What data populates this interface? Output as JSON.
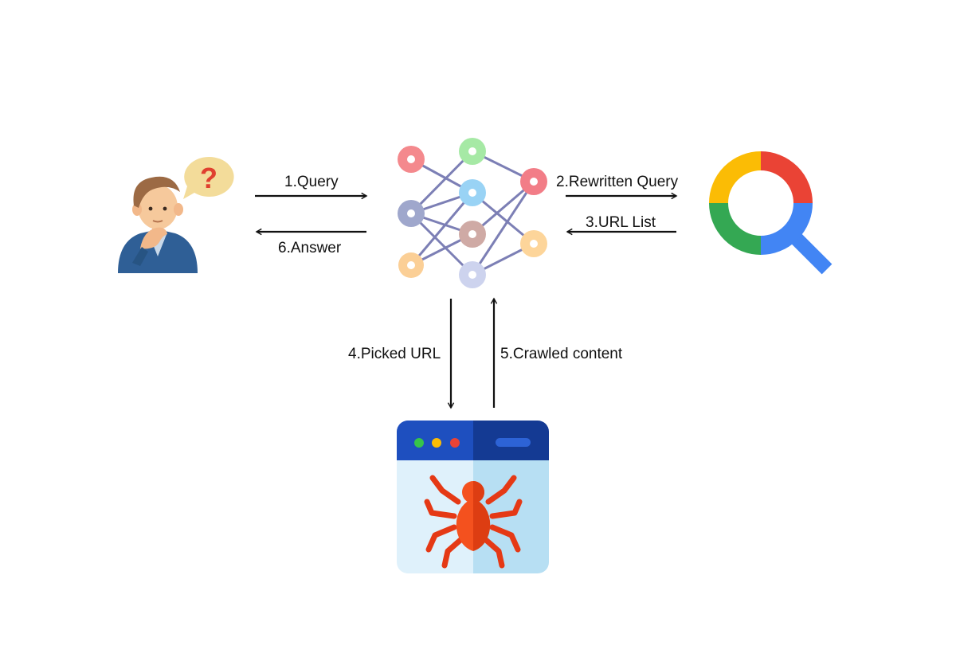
{
  "diagram": {
    "nodes": [
      {
        "id": "user",
        "icon": "thinking-user-icon"
      },
      {
        "id": "llm",
        "icon": "neural-network-icon"
      },
      {
        "id": "search",
        "icon": "search-engine-magnifier-icon"
      },
      {
        "id": "crawler",
        "icon": "web-crawler-spider-icon"
      }
    ],
    "edges": [
      {
        "from": "user",
        "to": "llm",
        "label": "1.Query"
      },
      {
        "from": "llm",
        "to": "search",
        "label": "2.Rewritten Query"
      },
      {
        "from": "search",
        "to": "llm",
        "label": "3.URL List"
      },
      {
        "from": "llm",
        "to": "crawler",
        "label": "4.Picked URL"
      },
      {
        "from": "crawler",
        "to": "llm",
        "label": "5.Crawled content"
      },
      {
        "from": "llm",
        "to": "user",
        "label": "6.Answer"
      }
    ]
  },
  "colors": {
    "arrow": "#111111",
    "network_edge": "#7c7fb5",
    "google_red": "#ea4335",
    "google_yellow": "#fbbc05",
    "google_green": "#34a853",
    "google_blue": "#4285f4",
    "spider": "#f4511e",
    "browser_bar": "#1e4fbf",
    "browser_body": "#cde8f7"
  }
}
